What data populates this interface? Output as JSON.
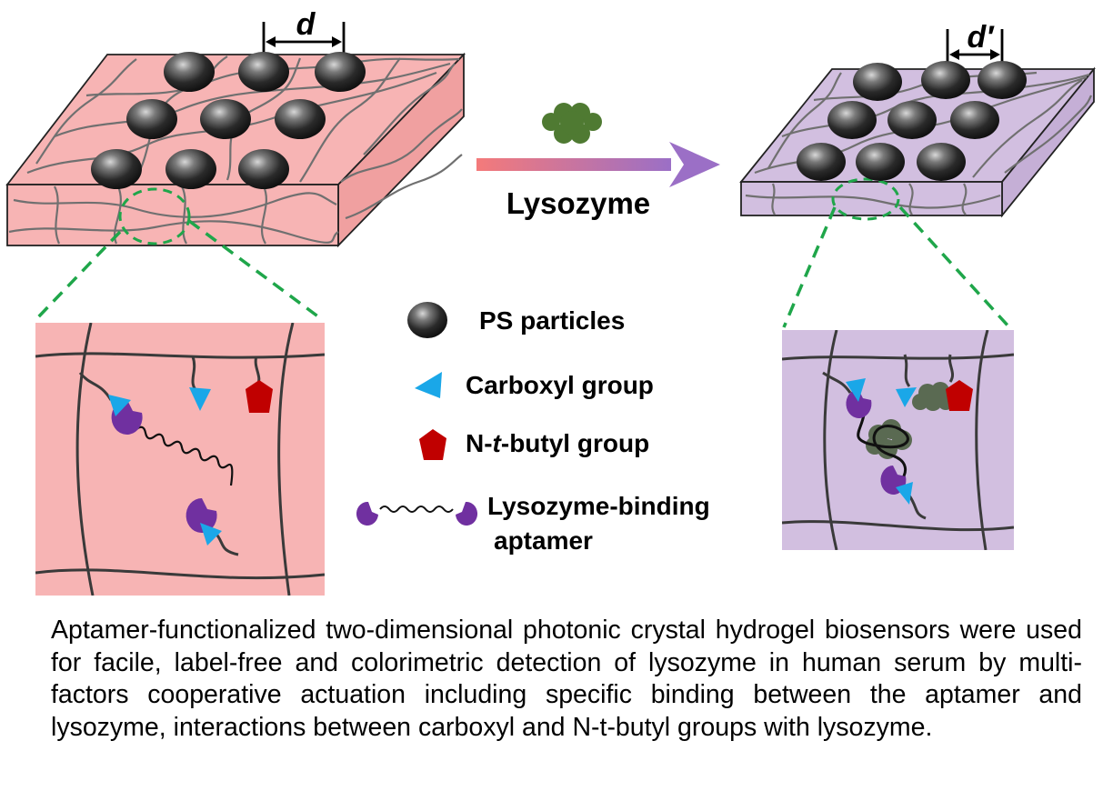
{
  "diagram": {
    "spacing_label_before": "d",
    "spacing_label_after": "d′",
    "arrow_label": "Lysozyme",
    "colors": {
      "before_hydrogel": "#f7b4b4",
      "after_hydrogel": "#d2bfe0",
      "particle": "#2a2a2a",
      "carboxyl": "#1aa7e8",
      "n_t_butyl": "#c00000",
      "aptamer": "#7030a0",
      "lysozyme": "#4f7a32",
      "zoom_guide": "#1fa64a",
      "arrow_start": "#f47a7a",
      "arrow_end": "#9b6fc6"
    },
    "legend": {
      "ps": "PS particles",
      "carboxyl": "Carboxyl group",
      "butyl_prefix": "N-",
      "butyl_italic": "t",
      "butyl_suffix": "-butyl group",
      "aptamer_line1": "Lysozyme-binding",
      "aptamer_line2": "aptamer"
    }
  },
  "caption": "Aptamer-functionalized two-dimensional photonic crystal hydrogel biosensors were used for facile, label-free and colorimetric detection of lysozyme in human serum by multi-factors cooperative actuation including specific binding between the aptamer and lysozyme, interactions between carboxyl and N-t-butyl groups with lysozyme."
}
